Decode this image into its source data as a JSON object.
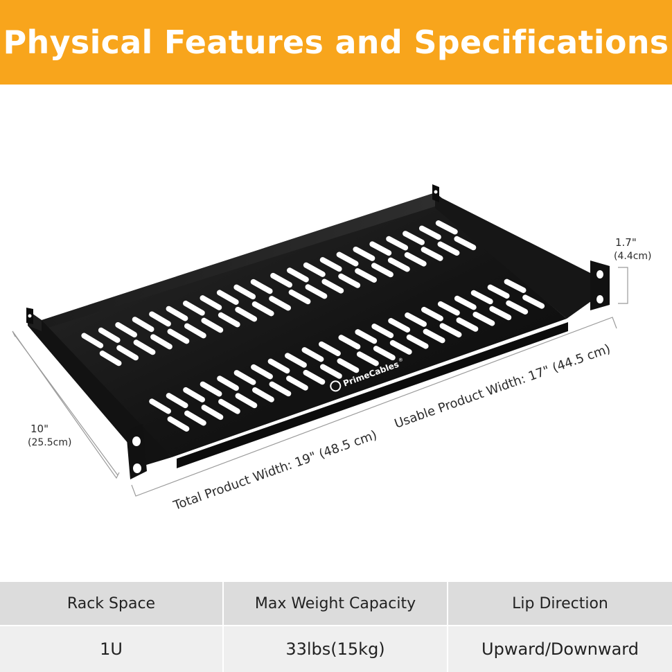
{
  "banner": {
    "title": "Physical Features and Specifications",
    "background_color": "#f8a51c"
  },
  "figure": {
    "product": "rack-shelf",
    "brand_logo_text": "PrimeCables",
    "brand_logo_mark": "®",
    "dimensions": {
      "height_in": "1.7\"",
      "height_cm": "(4.4cm)",
      "depth_in": "10\"",
      "depth_cm": "(25.5cm)",
      "usable_width": "Usable Product Width: 17\" (44.5 cm)",
      "total_width": "Total Product Width: 19\" (48.5 cm)"
    }
  },
  "specs": {
    "headers": [
      "Rack Space",
      "Max Weight Capacity",
      "Lip Direction"
    ],
    "values": [
      "1U",
      "33lbs(15kg)",
      "Upward/Downward"
    ],
    "header_bg": "#dcdcdc",
    "value_bg": "#efefef"
  }
}
